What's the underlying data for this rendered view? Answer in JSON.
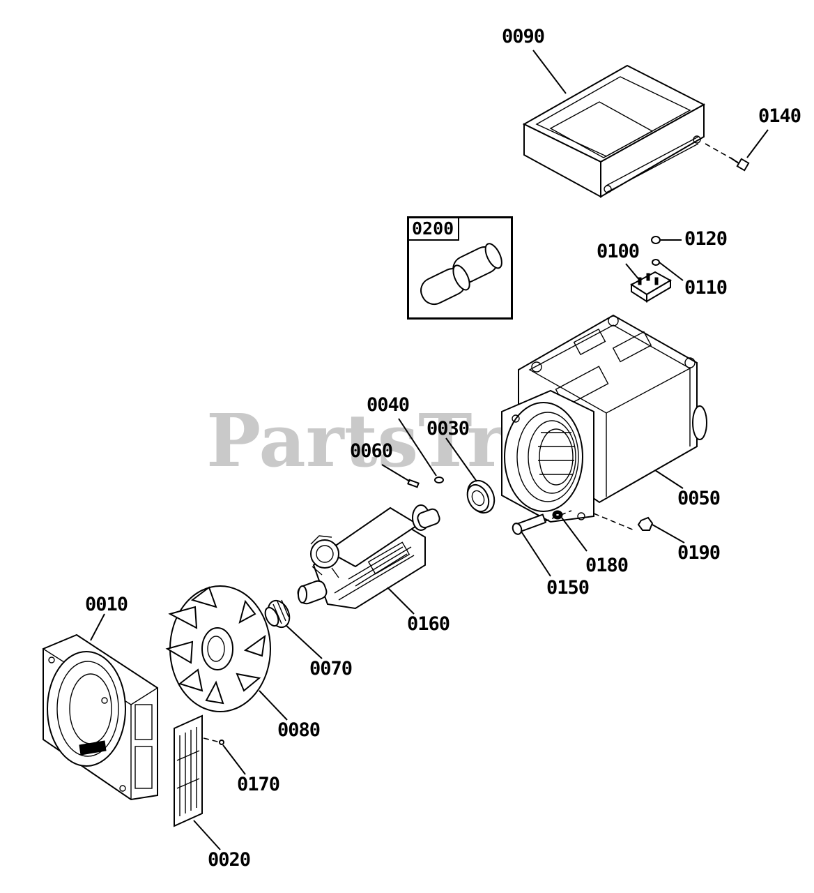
{
  "watermark": "PartsTre",
  "inset": {
    "label": "0200"
  },
  "callouts": {
    "c0090": "0090",
    "c0140": "0140",
    "c0120": "0120",
    "c0100": "0100",
    "c0110": "0110",
    "c0040": "0040",
    "c0030": "0030",
    "c0060": "0060",
    "c0050": "0050",
    "c0190": "0190",
    "c0180": "0180",
    "c0150": "0150",
    "c0160": "0160",
    "c0010": "0010",
    "c0070": "0070",
    "c0080": "0080",
    "c0170": "0170",
    "c0020": "0020"
  }
}
